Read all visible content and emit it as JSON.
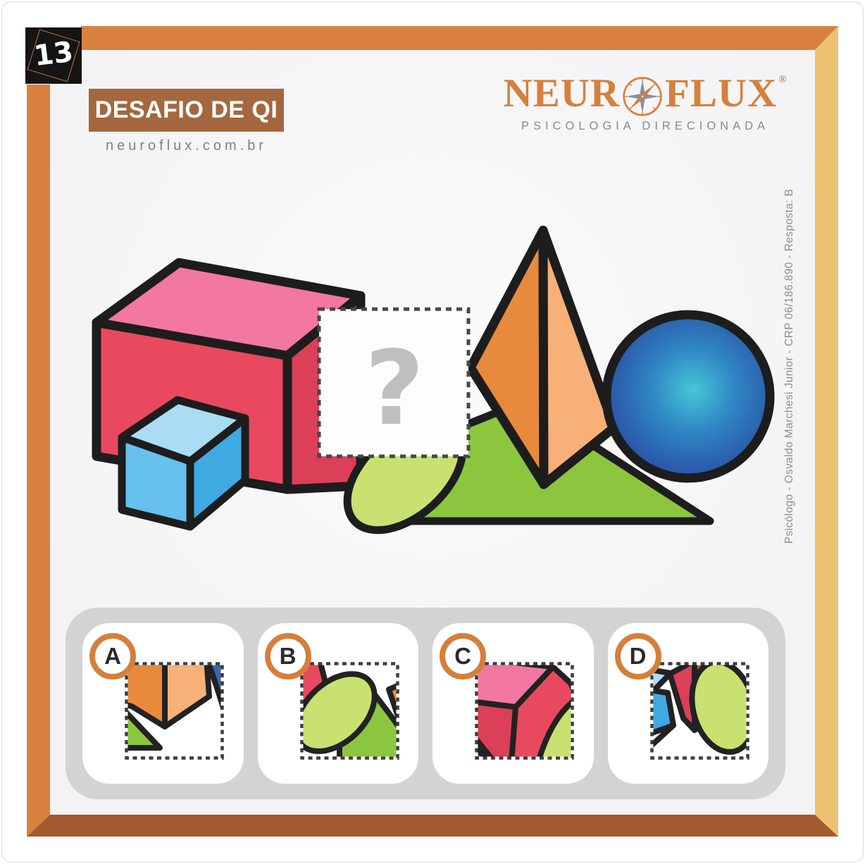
{
  "badge": {
    "number": "13"
  },
  "header": {
    "title": "DESAFIO DE QI",
    "website": "neuroflux.com.br"
  },
  "brand": {
    "name_left": "NEUR",
    "name_right": "FLUX",
    "registered": "®",
    "tagline": "PSICOLOGIA DIRECIONADA",
    "logo_icon": "compass-icon"
  },
  "credit": {
    "text": "Psicólogo - Osvaldo Marchesi Junior - CRP 06/186.890 - Resposta: B"
  },
  "puzzle": {
    "placeholder": "?",
    "description": "Row of 3D shapes: pink box, blue cube, green cylinder, orange pyramid, blue sphere; missing square region marked with question mark"
  },
  "options": {
    "items": [
      {
        "label": "A"
      },
      {
        "label": "B"
      },
      {
        "label": "C"
      },
      {
        "label": "D"
      }
    ]
  },
  "colors": {
    "frame_orange": "#d9813f",
    "frame_tan": "#ecc272",
    "frame_brown": "#a4592e",
    "banner_brown": "#a5673f",
    "logo_orange": "#d5803c",
    "gray_text": "#8b8e90",
    "options_bg": "#d1d3d5",
    "box_pink_top": "#f277a3",
    "box_pink_front": "#e9495f",
    "cube_blue_top": "#aadcf5",
    "cube_blue_left": "#66c1ee",
    "cube_blue_right": "#3fa9e2",
    "cylinder_lime": "#c8e170",
    "cylinder_green": "#8cc63f",
    "pyramid_orange_dark": "#e78a3e",
    "pyramid_orange_light": "#f6b078",
    "sphere_blue_edge": "#27479e",
    "sphere_blue_center": "#46c6d8",
    "outline_black": "#1d1d1d"
  }
}
